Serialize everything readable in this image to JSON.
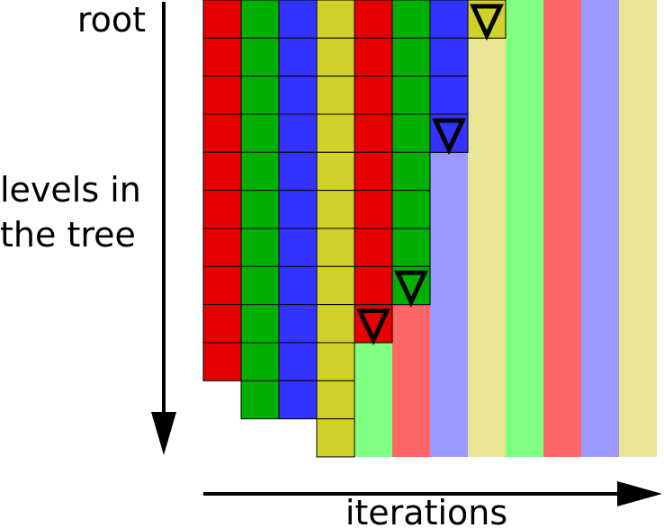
{
  "labels": {
    "root": "root",
    "levels_line1": "levels in",
    "levels_line2": "the tree",
    "iterations": "iterations"
  },
  "colors": {
    "red": "#e60000",
    "green": "#00b000",
    "blue": "#3333ff",
    "yellow": "#d1d12b",
    "light_green": "#80ff80",
    "light_red": "#ff6666",
    "light_blue": "#9999ff",
    "light_yellow": "#e8e694",
    "grid_line": "#000000",
    "arrow": "#000000"
  },
  "diagram": {
    "column_colors": [
      "red",
      "green",
      "blue",
      "yellow",
      "red",
      "green",
      "blue",
      "yellow",
      "green",
      "red",
      "blue",
      "yellow"
    ],
    "column_faded_colors": [
      "light_red",
      "light_green",
      "light_blue",
      "light_yellow",
      "light_green",
      "light_red",
      "light_blue",
      "light_yellow",
      "light_green",
      "light_red",
      "light_blue",
      "light_yellow"
    ],
    "cells_per_column": [
      10,
      11,
      11,
      12,
      9,
      8,
      4,
      1,
      0,
      0,
      0,
      0
    ],
    "faded_full_height_columns": [
      4,
      5,
      6,
      7,
      8,
      9,
      10,
      11
    ],
    "markers": [
      {
        "column": 7,
        "level": 0,
        "fill": "yellow"
      },
      {
        "column": 6,
        "level": 3,
        "fill": "blue"
      },
      {
        "column": 5,
        "level": 7,
        "fill": "green"
      },
      {
        "column": 4,
        "level": 8,
        "fill": "red"
      }
    ]
  }
}
